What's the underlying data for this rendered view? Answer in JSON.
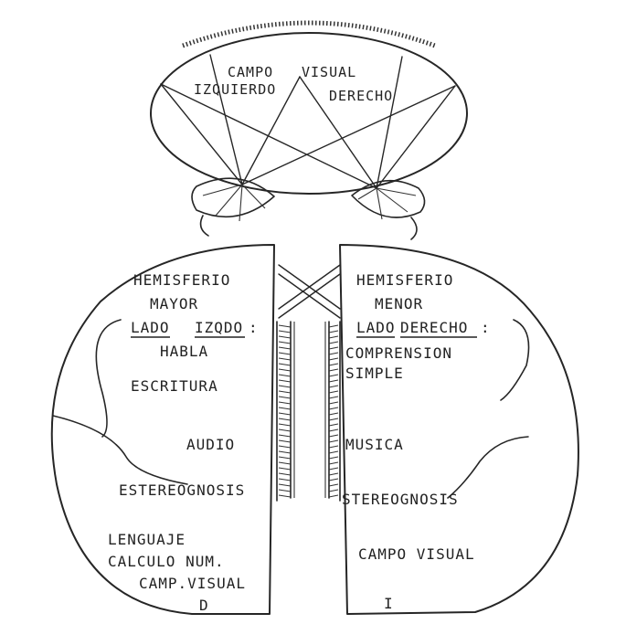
{
  "visual_field": {
    "title_word_1": "CAMPO",
    "title_word_2": "VISUAL",
    "left": "IZQUIERDO",
    "right": "DERECHO"
  },
  "left_hemisphere": {
    "title": "HEMISFERIO",
    "subtitle": "MAYOR",
    "side_word_1": "LADO",
    "side_word_2": "IZQDO",
    "side_colon": ":",
    "functions": [
      "HABLA",
      "ESCRITURA",
      "AUDIO",
      "ESTEREOGNOSIS",
      "LENGUAJE",
      "CALCULO NUM.",
      "CAMP.VISUAL"
    ],
    "letter": "D"
  },
  "right_hemisphere": {
    "title": "HEMISFERIO",
    "subtitle": "MENOR",
    "side_word_1": "LADO",
    "side_word_2": "DERECHO",
    "side_colon": ":",
    "functions": [
      "COMPRENSION",
      "SIMPLE",
      "MUSICA",
      "STEREOGNOSIS",
      "CAMPO VISUAL"
    ],
    "letter": "I"
  },
  "colors": {
    "ink": "#262626",
    "paper": "#ffffff"
  }
}
